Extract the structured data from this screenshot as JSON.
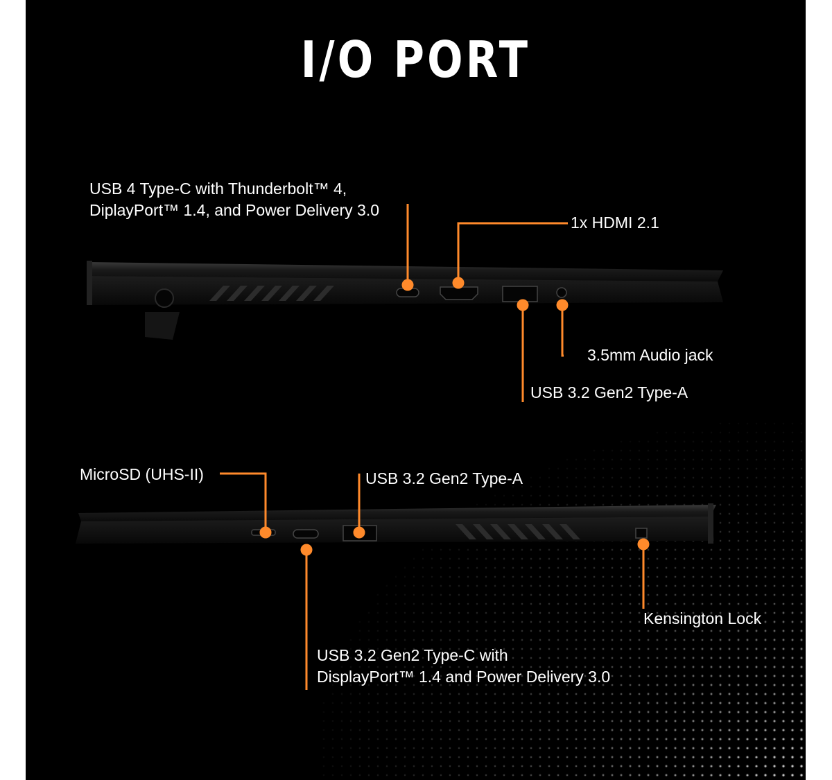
{
  "page": {
    "title": "I/O PORT"
  },
  "colors": {
    "background": "#000000",
    "accent": "#ff8a2b",
    "text": "#ffffff",
    "chassis": "#121212"
  },
  "callouts": {
    "usb4": {
      "line1": "USB 4 Type-C with Thunderbolt™ 4,",
      "line2": "DiplayPort™ 1.4, and Power Delivery 3.0"
    },
    "hdmi": "1x HDMI 2.1",
    "audio": "3.5mm Audio jack",
    "usb_a_right": "USB 3.2 Gen2 Type-A",
    "microsd": "MicroSD (UHS-II)",
    "usb_a_left": "USB 3.2 Gen2 Type-A",
    "kensington": "Kensington Lock",
    "usb_c_left": {
      "line1": "USB 3.2 Gen2 Type-C with",
      "line2": "DisplayPort™ 1.4 and Power Delivery 3.0"
    }
  }
}
